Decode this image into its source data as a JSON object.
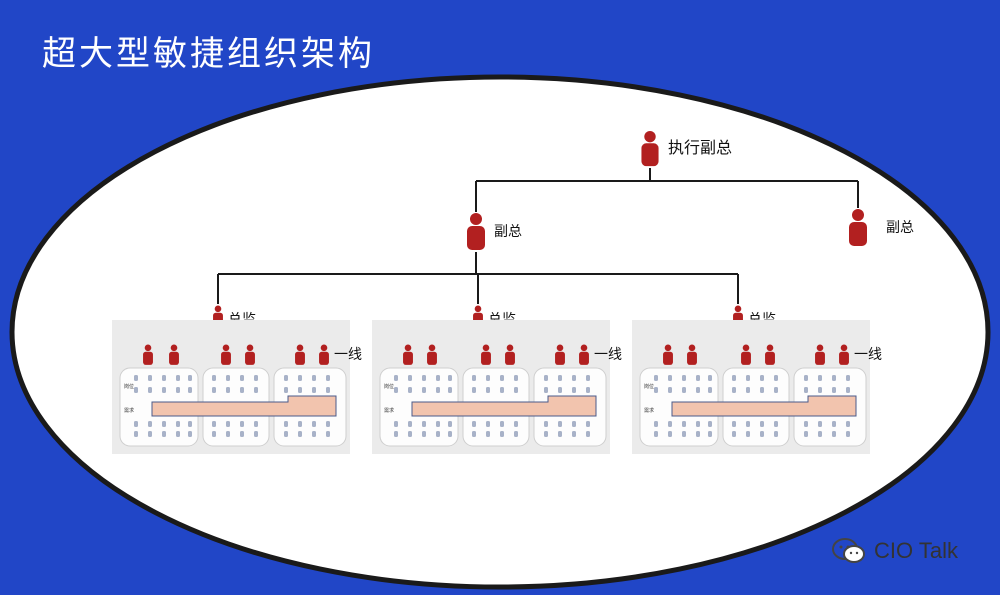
{
  "title": "超大型敏捷组织架构",
  "nodes": {
    "executive_vp": "执行副总",
    "vp_left": "副总",
    "vp_right": "副总",
    "director_1": "总监",
    "director_2": "总监",
    "director_3": "总监",
    "frontline_1": "一线",
    "frontline_2": "一线",
    "frontline_3": "一线"
  },
  "team_panel": {
    "row_label_top": "岗位",
    "row_label_mid": "需求"
  },
  "watermark": "CIO Talk",
  "colors": {
    "background": "#2146c7",
    "ellipse_fill": "#ffffff",
    "ellipse_stroke": "#1a1a1a",
    "person": "#b22020",
    "connector": "#1a1a1a",
    "highlight": "#f2c4ae"
  }
}
